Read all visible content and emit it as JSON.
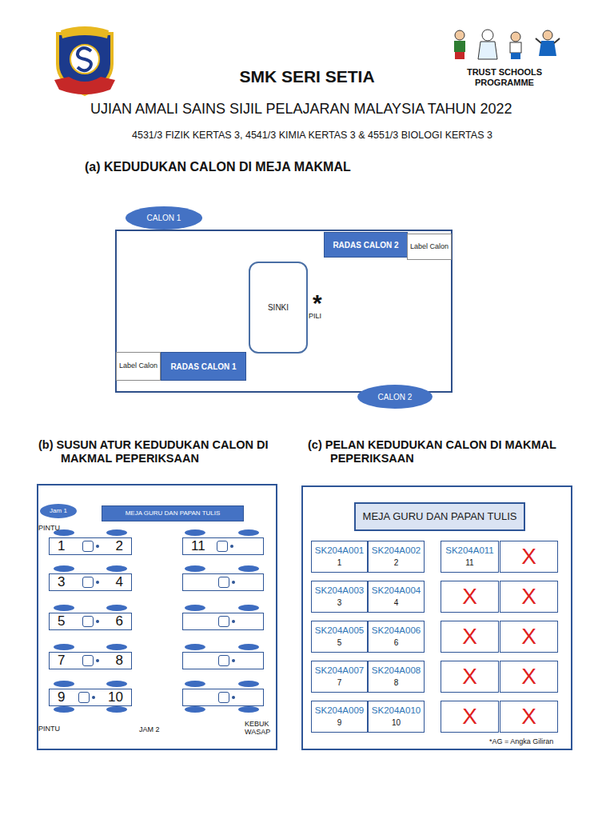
{
  "diagram": {
    "title": "SMK SERI SETIA",
    "nodes": [
      {
        "text": [
          "CALON 1"
        ]
      },
      {
        "text": [
          "RADAS CALON 2"
        ]
      },
      {
        "text": [
          "Label Calon"
        ]
      },
      {
        "text": [
          "SINKI"
        ]
      },
      {
        "text": [
          "Label Calon"
        ]
      },
      {
        "text": [
          "RADAS CALON 1"
        ]
      },
      {
        "text": [
          "CALON 2"
        ]
      },
      {
        "text": [
          "Jam 1"
        ]
      },
      {
        "text": [
          "MEJA GURU DAN PAPAN TULIS"
        ]
      },
      {
        "text": [
          "1",
          "2"
        ]
      },
      {
        "text": [
          "11"
        ]
      },
      {
        "text": [
          "3",
          "4"
        ]
      },
      {
        "text": [
          "5",
          "6"
        ]
      },
      {
        "text": [
          "7",
          "8"
        ]
      },
      {
        "text": [
          "9",
          "10"
        ]
      },
      {
        "text": [
          "MEJA GURU DAN PAPAN TULIS"
        ]
      },
      {
        "text": [
          "SK204A001",
          "1"
        ]
      },
      {
        "text": [
          "SK204A002",
          "2"
        ]
      },
      {
        "text": [
          "SK204A011",
          "11"
        ]
      },
      {
        "text": [
          "X"
        ]
      },
      {
        "text": [
          "SK204A003",
          "3"
        ]
      },
      {
        "text": [
          "SK204A004",
          "4"
        ]
      },
      {
        "text": [
          "X"
        ]
      },
      {
        "text": [
          "X"
        ]
      },
      {
        "text": [
          "SK204A005",
          "5"
        ]
      },
      {
        "text": [
          "SK204A006",
          "6"
        ]
      },
      {
        "text": [
          "X"
        ]
      },
      {
        "text": [
          "X"
        ]
      },
      {
        "text": [
          "SK204A007",
          "7"
        ]
      },
      {
        "text": [
          "SK204A008",
          "8"
        ]
      },
      {
        "text": [
          "X"
        ]
      },
      {
        "text": [
          "X"
        ]
      },
      {
        "text": [
          "SK204A009",
          "9"
        ]
      },
      {
        "text": [
          "SK204A010",
          "10"
        ]
      },
      {
        "text": [
          "X"
        ]
      },
      {
        "text": [
          "X"
        ]
      }
    ],
    "labels": [
      "TRUST SCHOOLS PROGRAMME",
      "UJIAN AMALI SAINS SIJIL PELAJARAN MALAYSIA TAHUN 2022",
      "4531/3 FIZIK KERTAS 3, 4541/3 KIMIA KERTAS 3 & 4551/3 BIOLOGI KERTAS 3",
      "(a) KEDUDUKAN CALON DI MEJA MAKMAL",
      "*",
      "PILI",
      "(b) SUSUN ATUR KEDUDUKAN CALON DI MAKMAL PEPERIKSAAN",
      "(c) PELAN KEDUDUKAN CALON DI MAKMAL PEPERIKSAAN",
      "PINTU",
      "PINTU",
      "JAM 2",
      "KEBUK WASAP",
      "*AG = Angka Giliran"
    ]
  }
}
